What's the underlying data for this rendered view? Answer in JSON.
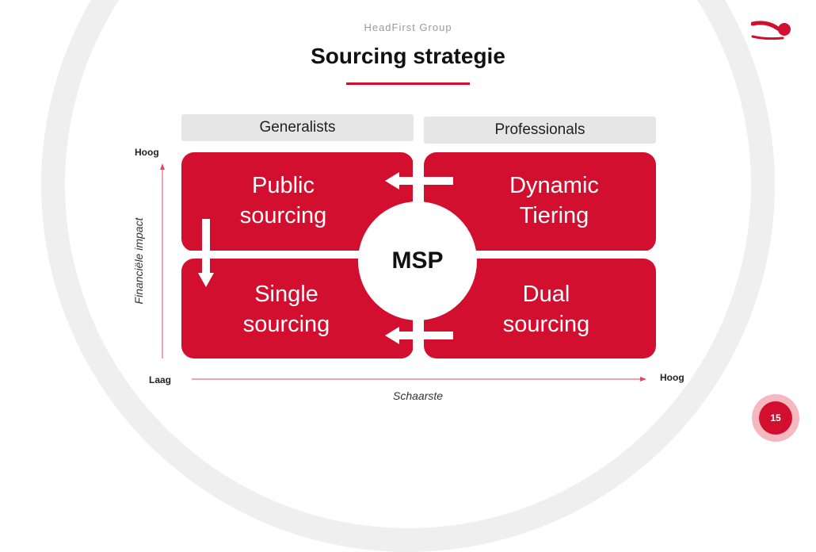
{
  "header": {
    "company": "HeadFirst Group",
    "title": "Sourcing strategie"
  },
  "columns": {
    "left": "Generalists",
    "right": "Professionals"
  },
  "quadrants": {
    "top_left": [
      "Public",
      "sourcing"
    ],
    "top_right": [
      "Dynamic",
      "Tiering"
    ],
    "bottom_left": [
      "Single",
      "sourcing"
    ],
    "bottom_right": [
      "Dual",
      "sourcing"
    ]
  },
  "center": "MSP",
  "axes": {
    "y_high": "Hoog",
    "y_title": "Financiële impact",
    "x_low": "Laag",
    "x_high": "Hoog",
    "x_title": "Schaarste"
  },
  "page_number": "15",
  "colors": {
    "accent": "#d20f2e",
    "header_bg": "#e6e6e6"
  },
  "icons": [
    "logo-icon",
    "arrow-left-icon",
    "arrow-down-icon"
  ]
}
